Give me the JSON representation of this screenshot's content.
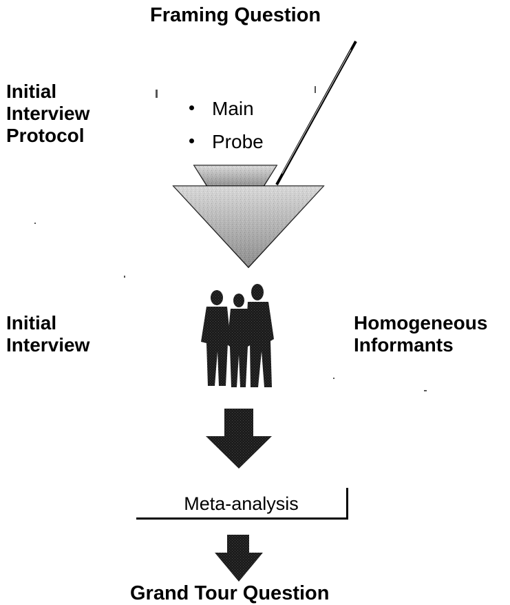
{
  "title": "Framing Question",
  "left_labels": {
    "protocol": [
      "Initial",
      "Interview",
      "Protocol"
    ],
    "interview": [
      "Initial",
      "Interview"
    ]
  },
  "right_label": [
    "Homogeneous",
    "Informants"
  ],
  "bullets": [
    "Main",
    "Probe"
  ],
  "meta_analysis": "Meta-analysis",
  "bottom_question": "Grand Tour Question",
  "icons": {
    "funnel": "funnel-icon",
    "people": "people-silhouette-icon",
    "arrow": "down-arrow-icon"
  }
}
